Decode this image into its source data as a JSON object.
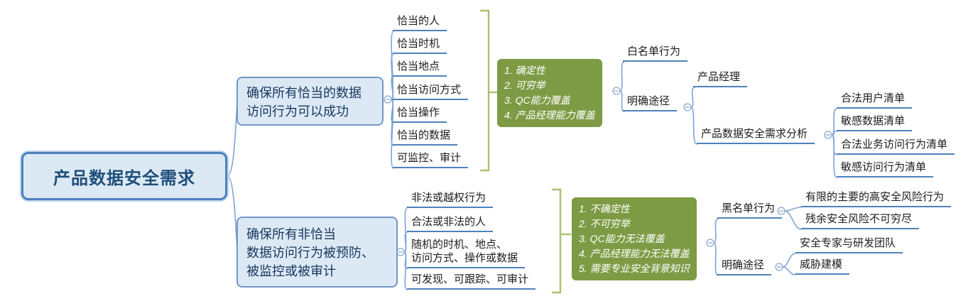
{
  "root": {
    "label": "产品数据安全需求"
  },
  "top": {
    "branch_label": "确保所有恰当的数据\n访问行为可以成功",
    "items": [
      "恰当的人",
      "恰当时机",
      "恰当地点",
      "恰当访问方式",
      "恰当操作",
      "恰当的数据",
      "可监控、审计"
    ],
    "summary": "1. 确定性\n2. 可穷举\n3. QC能力覆盖\n4. 产品经理能力覆盖",
    "whitelist_label": "白名单行为",
    "path_label": "明确途径",
    "pm_label": "产品经理",
    "analysis_label": "产品数据安全需求分析",
    "analysis_items": [
      "合法用户清单",
      "敏感数据清单",
      "合法业务访问行为清单",
      "敏感访问行为清单"
    ]
  },
  "bottom": {
    "branch_label": "确保所有非恰当\n数据访问行为被预防、\n被监控或被审计",
    "items": [
      "非法或越权行为",
      "合法或非法的人",
      "随机的时机、地点、\n访问方式、操作或数据",
      "可发现、可跟踪、可审计"
    ],
    "summary": "1. 不确定性\n2. 不可穷举\n3. QC能力无法覆盖\n4. 产品经理能力无法覆盖\n5. 需要专业安全背景知识",
    "blacklist_label": "黑名单行为",
    "blacklist_items": [
      "有限的主要的高安全风险行为",
      "残余安全风险不可穷尽"
    ],
    "path_label": "明确途径",
    "path_items": [
      "安全专家与研发团队",
      "威胁建模"
    ]
  },
  "colors": {
    "node_fill": "#dce9f5",
    "node_border": "#4f81bd",
    "branch_text": "#17375e",
    "summary_fill": "#7d9b44",
    "bracket": "#a9c26d",
    "connector": "#7ea4d6",
    "underline": "#4f81bd"
  }
}
